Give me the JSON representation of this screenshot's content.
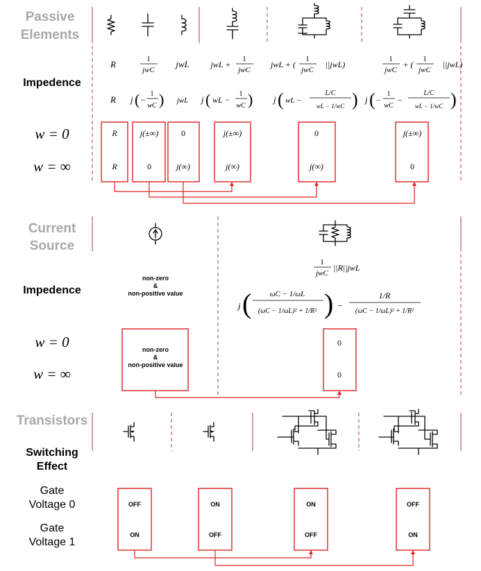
{
  "sections": {
    "passive": {
      "title_line1": "Passive",
      "title_line2": "Elements",
      "impedance_label": "Impedence",
      "w0_label": "w = 0",
      "winf_label": "w = ∞",
      "impedance_row1": [
        "R",
        "1/jwC",
        "jwL",
        "jwL + 1/jwC",
        "jwL + (1/jwC ||jwL)",
        "1/jwC + (1/jwC ||jwL)"
      ],
      "impedance_row2": [
        "R",
        "j(−1/wC)",
        "jwL",
        "j(wL − 1/wC)",
        "j(wL − (L/C)/(wL − 1/wC))",
        "j(−1/wC − (L/C)/(wL − 1/wC))"
      ],
      "w0_values": [
        "R",
        "j(±∞)",
        "0",
        "j(±∞)",
        "0",
        "j(±∞)"
      ],
      "winf_values": [
        "R",
        "0",
        "j(∞)",
        "j(∞)",
        "j(∞)",
        "0"
      ]
    },
    "current": {
      "title_line1": "Current",
      "title_line2": "Source",
      "impedance_label": "Impedence",
      "w0_label": "w = 0",
      "winf_label": "w = ∞",
      "source_text_line1": "non-zero",
      "source_text_line2": "&",
      "source_text_line3": "non-positive value",
      "box_text_line1": "non-zero",
      "box_text_line2": "&",
      "box_text_line3": "non-positive value",
      "parallel_expr": "1/jwC ||R||jwL",
      "expanded_expr": "j((ωC − 1/ωL)/((ωC − 1/ωL)² + 1/R²)) − (1/R)/((ωC − 1/ωL)² + 1/R²)",
      "w0_value": "0",
      "winf_value": "0"
    },
    "transistors": {
      "title": "Transistors",
      "switching_label_line1": "Switching",
      "switching_label_line2": "Effect",
      "gate0_line1": "Gate",
      "gate0_line2": "Voltage 0",
      "gate1_line1": "Gate",
      "gate1_line2": "Voltage 1",
      "gate0_values": [
        "OFF",
        "ON",
        "ON",
        "OFF"
      ],
      "gate1_values": [
        "ON",
        "OFF",
        "OFF",
        "ON"
      ]
    }
  },
  "colors": {
    "box": "#e02020",
    "divider": "#b0306a",
    "title_gray": "#a8a8a8"
  }
}
